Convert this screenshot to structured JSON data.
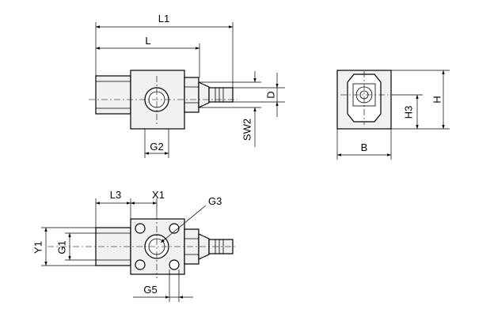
{
  "labels": {
    "L1": "L1",
    "L": "L",
    "D": "D",
    "SW2": "SW2",
    "G2": "G2",
    "H": "H",
    "H3": "H3",
    "B": "B",
    "L3": "L3",
    "X1": "X1",
    "G3": "G3",
    "Y1": "Y1",
    "G1": "G1",
    "G5": "G5"
  },
  "colors": {
    "body_fill": "#f1f1f1",
    "line": "#000000",
    "background": "#ffffff"
  }
}
